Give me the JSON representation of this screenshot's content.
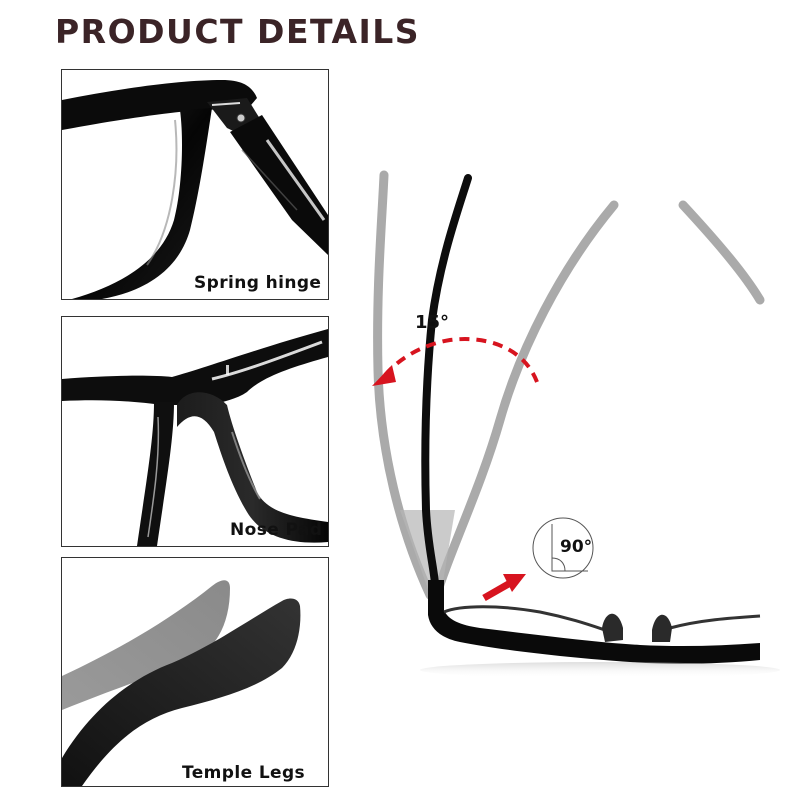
{
  "header": {
    "title": "PRODUCT DETAILS"
  },
  "panels": [
    {
      "id": "spring-hinge",
      "label": "Spring hinge"
    },
    {
      "id": "nose-pad",
      "label": "Nose Pad"
    },
    {
      "id": "temple-legs",
      "label": "Temple Legs"
    }
  ],
  "hero": {
    "fold_angle_label": "15°",
    "right_angle_label": "90°",
    "icons": [
      "curved-dashed-arrow-icon",
      "red-arrow-icon",
      "right-angle-icon"
    ]
  },
  "colors": {
    "title": "#3b2427",
    "frame_black": "#0d0d0d",
    "ghost_gray": "#a9a9a9",
    "accent_red": "#d7141f",
    "border": "#333333"
  }
}
